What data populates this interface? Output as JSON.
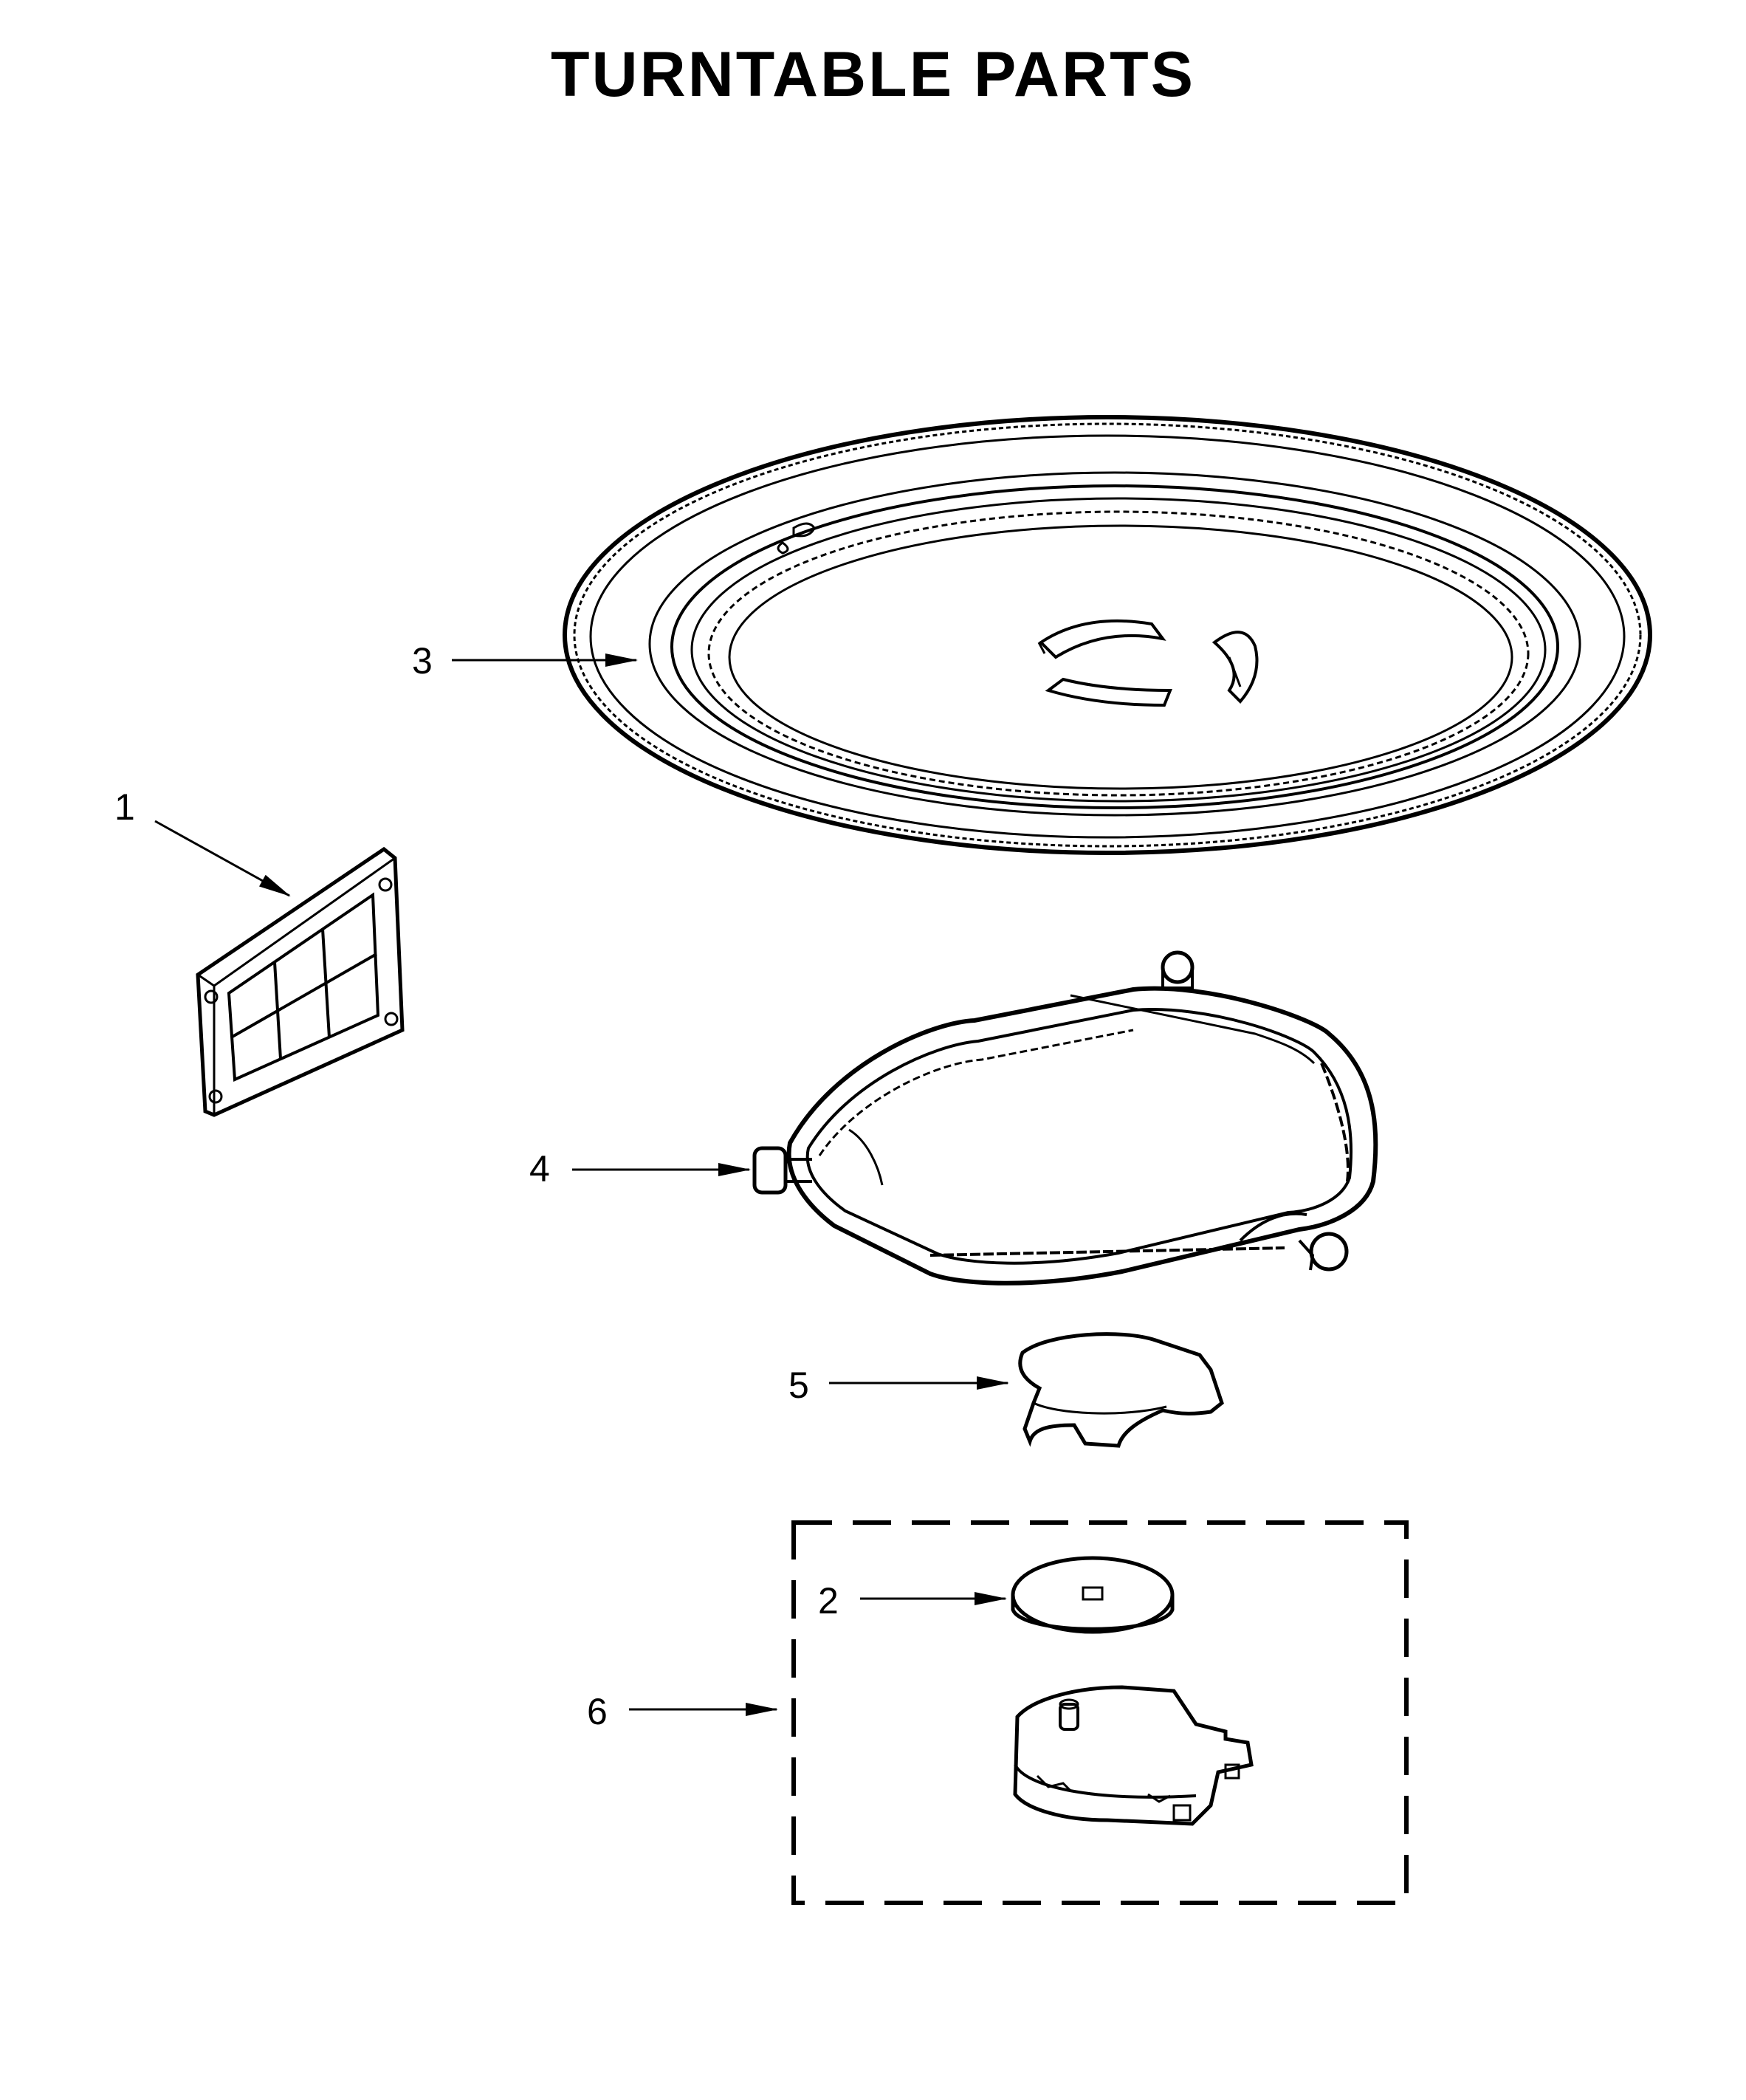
{
  "title": "TURNTABLE PARTS",
  "callouts": {
    "c1": "1",
    "c2": "2",
    "c3": "3",
    "c4": "4",
    "c5": "5",
    "c6": "6"
  },
  "colors": {
    "ink": "#000000",
    "background": "#ffffff"
  }
}
